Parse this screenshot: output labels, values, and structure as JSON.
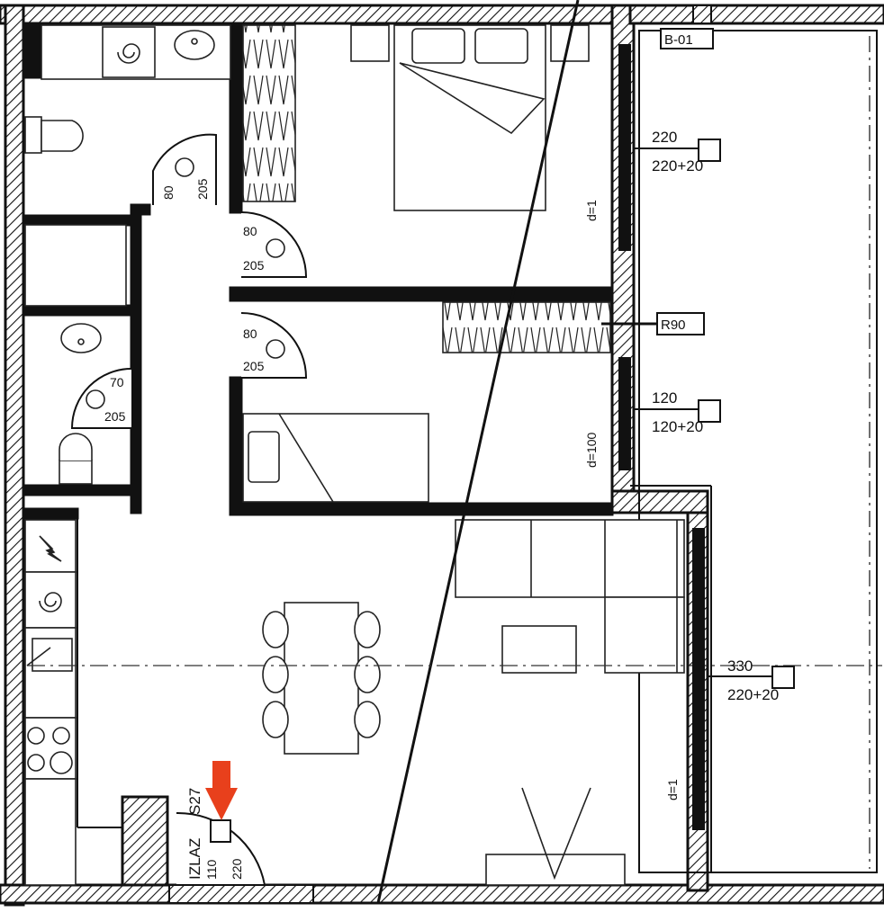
{
  "plan": {
    "doors": {
      "bath_top_w": "80",
      "bath_top_h": "205",
      "bedroom1_w": "80",
      "bedroom1_h": "205",
      "bedroom2_w": "80",
      "bedroom2_h": "205",
      "bath_bottom_w": "70",
      "bath_bottom_h": "205"
    },
    "windows": {
      "w1_width": "220",
      "w1_height": "220+20",
      "w2_width": "120",
      "w2_height": "120+20",
      "w3_width": "330",
      "w3_height": "220+20"
    },
    "tags": {
      "top_right": "B-01",
      "middle_right": "R90",
      "tag_left": "d=1",
      "tag_middle": "d=100"
    },
    "entrance": {
      "label": "IZLAZ",
      "code": "S27",
      "width": "110",
      "height": "220"
    },
    "colors": {
      "wall": "#111111",
      "hatch": "#ffffff",
      "marker": "#e8401c"
    }
  }
}
